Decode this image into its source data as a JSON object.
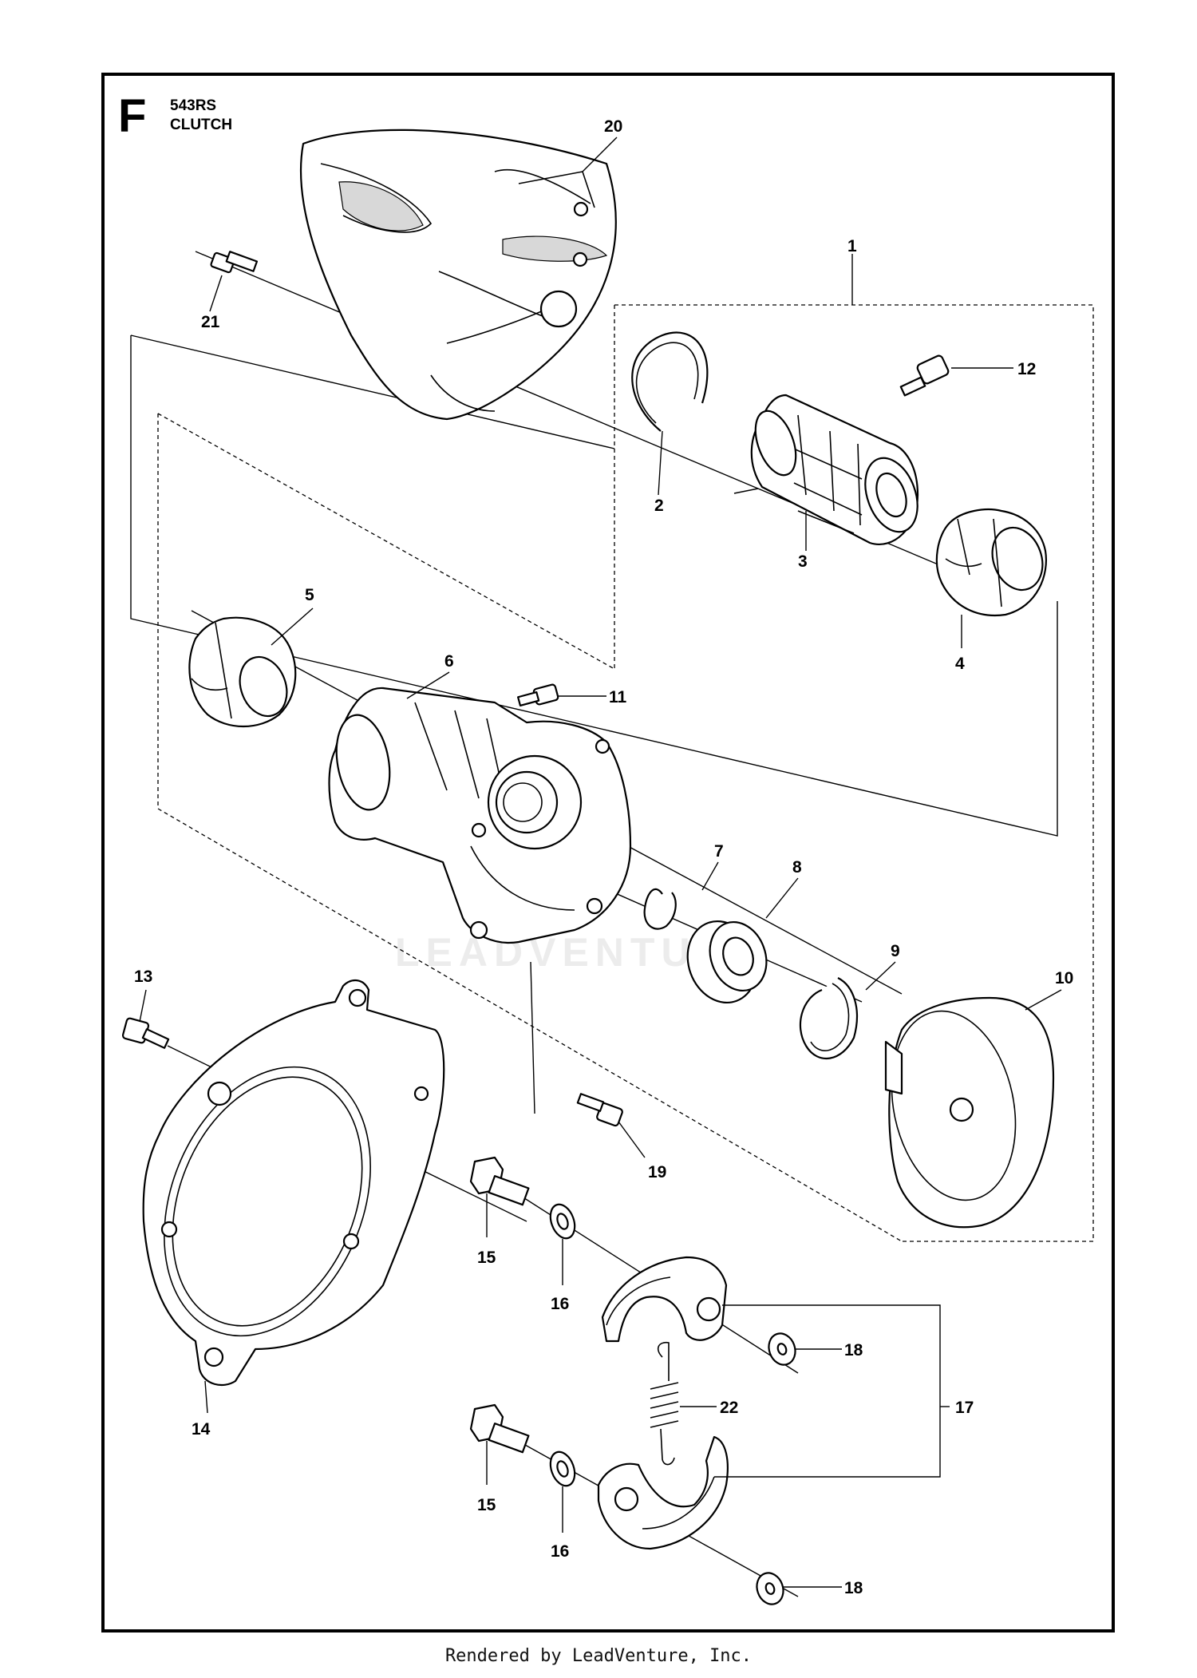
{
  "header": {
    "section_letter": "F",
    "model": "543RS",
    "title": "CLUTCH"
  },
  "watermark": "LEADVENTURE",
  "footer": "Rendered by LeadVenture, Inc.",
  "callouts": [
    "1",
    "2",
    "3",
    "4",
    "5",
    "6",
    "7",
    "8",
    "9",
    "10",
    "11",
    "12",
    "13",
    "14",
    "15",
    "16",
    "17",
    "18",
    "19",
    "20",
    "21",
    "22"
  ],
  "callouts_repeated": {
    "15b": "15",
    "16b": "16",
    "18b": "18"
  }
}
